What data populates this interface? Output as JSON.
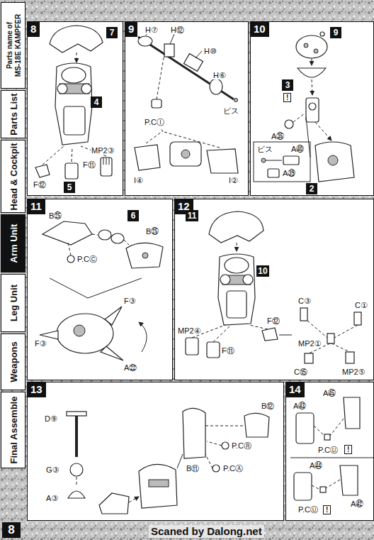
{
  "diagram": {
    "nodes": [
      {
        "text": [
          "Parts name of",
          "MS-18E KAMPFER"
        ]
      },
      {
        "text": [
          "Parts List"
        ]
      },
      {
        "text": [
          "Head & Cockpit"
        ]
      },
      {
        "text": [
          "Arm Unit"
        ]
      },
      {
        "text": [
          "Leg Unit"
        ]
      },
      {
        "text": [
          "Weapons"
        ]
      },
      {
        "text": [
          "Final Assemble"
        ]
      },
      {
        "text": [
          "8"
        ]
      },
      {
        "text": [
          "8"
        ]
      },
      {
        "text": [
          "7"
        ],
        "in": 8
      },
      {
        "text": [
          "4"
        ],
        "in": 8
      },
      {
        "text": [
          "5"
        ],
        "in": 8
      },
      {
        "text": [
          "9"
        ]
      },
      {
        "text": [
          "10"
        ]
      },
      {
        "text": [
          "9"
        ],
        "in": 13
      },
      {
        "text": [
          "3"
        ],
        "in": 13
      },
      {
        "text": [
          "2"
        ],
        "in": 13
      },
      {
        "text": [
          "11"
        ]
      },
      {
        "text": [
          "6"
        ],
        "in": 17
      },
      {
        "text": [
          "12"
        ]
      },
      {
        "text": [
          "11"
        ],
        "in": 19
      },
      {
        "text": [
          "10"
        ],
        "in": 19
      },
      {
        "text": [
          "13"
        ]
      },
      {
        "text": [
          "14"
        ]
      }
    ],
    "labels": [
      "MP2③",
      "F⑪",
      "F⑫",
      "H⑦",
      "H⑫",
      "H⑩",
      "H⑥",
      "ビス",
      "P.CⒾ",
      "I④",
      "I②",
      "!",
      "A㉟",
      "ビス",
      "A㊵",
      "A㊴",
      "B㉕",
      "B㉕",
      "P.CⒸ",
      "F③",
      "F③",
      "A㉒",
      "MP2④",
      "F⑪",
      "F⑫",
      "C③",
      "C①",
      "MP2①",
      "C⑮",
      "MP2⑤",
      "D⑨",
      "G③",
      "A③",
      "B⑫",
      "P.CⓇ",
      "B⑪",
      "P.CⒶ",
      "A㊺",
      "A㊸",
      "P.CⓊ",
      "!",
      "A㊹",
      "A㊷",
      "P.CⓊ",
      "!",
      "Scaned by Dalong.net"
    ]
  }
}
